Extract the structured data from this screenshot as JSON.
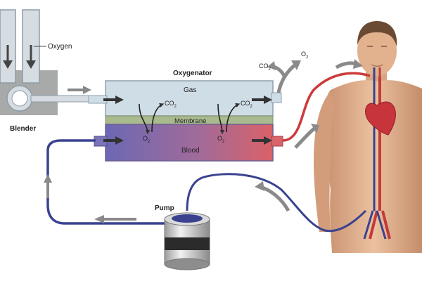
{
  "labels": {
    "oxygen": "Oxygen",
    "blender": "Blender",
    "oxygenator": "Oxygenator",
    "gas": "Gas",
    "membrane": "Membrane",
    "blood": "Blood",
    "pump": "Pump",
    "co2_1": "CO",
    "co2_2": "CO",
    "co2_out": "CO",
    "o2_1": "O",
    "o2_2": "O",
    "o2_out": "O",
    "sub2": "2"
  },
  "colors": {
    "gas_chamber": "#cfdde6",
    "membrane": "#a9ba8e",
    "blood_venous": "#6f66b0",
    "blood_arterial": "#d9646a",
    "tube_venous": "#3a4290",
    "tube_arterial": "#cc3a3a",
    "skin": "#e2b18d",
    "arrow": "#777777"
  }
}
